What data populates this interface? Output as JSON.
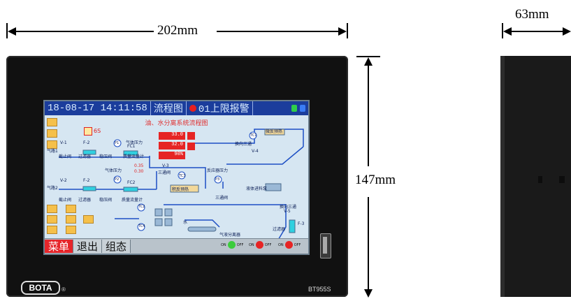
{
  "dimensions": {
    "width": "202mm",
    "height": "147mm",
    "depth": "63mm"
  },
  "device": {
    "brand": "BOTA",
    "registered_mark": "®",
    "model": "BT955S"
  },
  "screen": {
    "datetime": "18-08-17 14:11:58",
    "screen_name": "流程图",
    "alarm": "01上限报警",
    "title": "油、水分离系统流程图",
    "timer": "6S",
    "readouts": [
      "33.0",
      "32.0",
      "90%"
    ],
    "gauge_values": [
      "0.35",
      "0.30"
    ],
    "labels": {
      "v1": "V-1",
      "f2": "F-2",
      "fc1": "FC1",
      "gas_pressure": "气体压力",
      "mass_flow_meter": "质量流量计",
      "shutoff_valve": "截止阀",
      "filter": "过滤器",
      "regulator": "稳压阀",
      "gas1": "气路1",
      "gas2": "气路2",
      "v2": "V-2",
      "f2b": "F-2",
      "fc2": "FC2",
      "v3": "V-3",
      "three_way": "三通阀",
      "preheat": "积反预热",
      "reactor_pressure": "反应器压力",
      "liquid_pump": "液体进料泵",
      "reverse_preheat": "微反预热",
      "reversing_3way": "换向三通",
      "v4": "V-4",
      "reversing_3way_b": "换向三通",
      "v5": "V-5",
      "filter_b": "过滤器",
      "f3": "F-3",
      "gas_separator": "气液分离器",
      "water": "水",
      "p1": "P1",
      "p2": "P2",
      "p3": "P3",
      "tc1": "TC1",
      "tc2": "TC2",
      "tc3": "TC3",
      "tc4": "TC4"
    },
    "bottom_buttons": [
      "菜单",
      "退出",
      "组态"
    ],
    "switches": [
      {
        "on": "ON",
        "off": "OFF",
        "state": "on"
      },
      {
        "on": "ON",
        "off": "OFF",
        "state": "off"
      },
      {
        "on": "ON",
        "off": "OFF",
        "state": "off"
      }
    ]
  },
  "colors": {
    "topbar": "#1b3d9c",
    "alarm": "#e62020",
    "screen_bg": "#d6e6f2",
    "readout": "#e62424"
  }
}
